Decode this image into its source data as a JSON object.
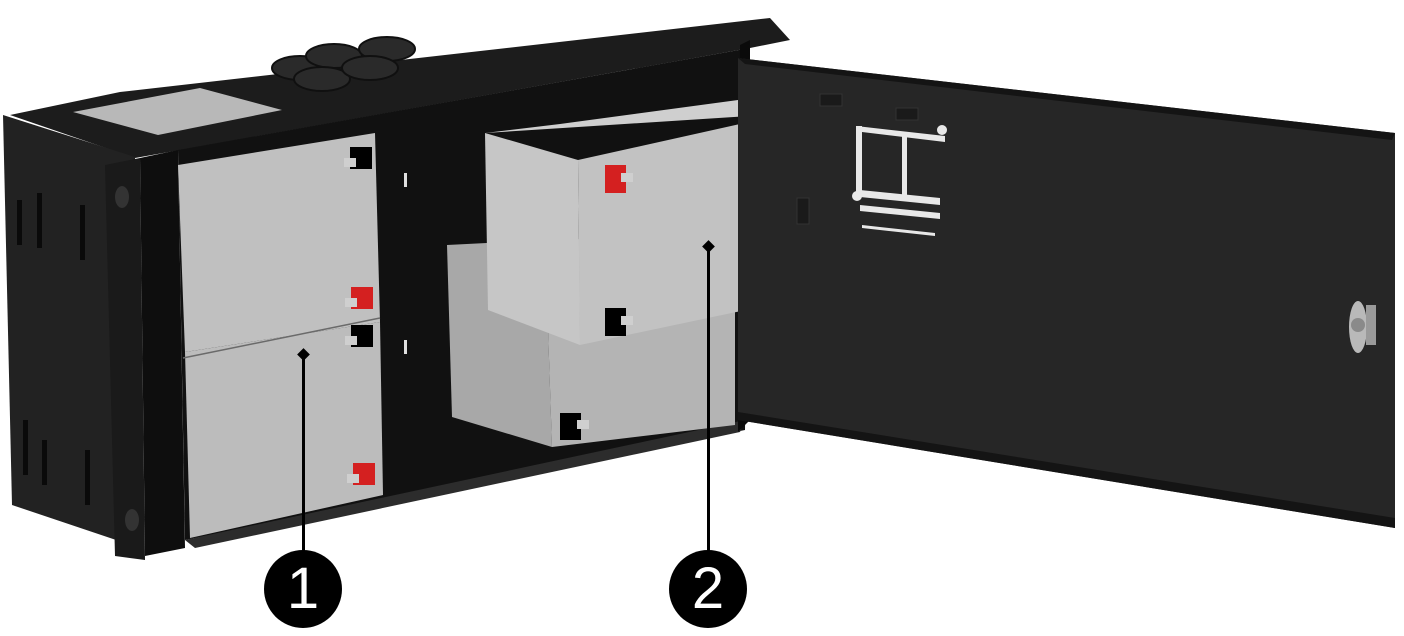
{
  "figure": {
    "subject": "Battery cabinet with open door",
    "colors": {
      "background": "#ffffff",
      "cabinet_black": "#141414",
      "cabinet_dark": "#1e1e1e",
      "door_black": "#262626",
      "battery_gray": "#bdbdbd",
      "battery_gray_light": "#c8c8c8",
      "battery_gray_dark": "#9e9e9e",
      "terminal_positive": "#d42020",
      "terminal_negative": "#000000",
      "label_window": "#b4b4b4",
      "callout_fill": "#000000",
      "callout_text": "#ffffff"
    }
  },
  "callouts": [
    {
      "number": "1",
      "target": "Battery stack (left, two stacked batteries)"
    },
    {
      "number": "2",
      "target": "Battery pair (right, staggered batteries)"
    }
  ]
}
